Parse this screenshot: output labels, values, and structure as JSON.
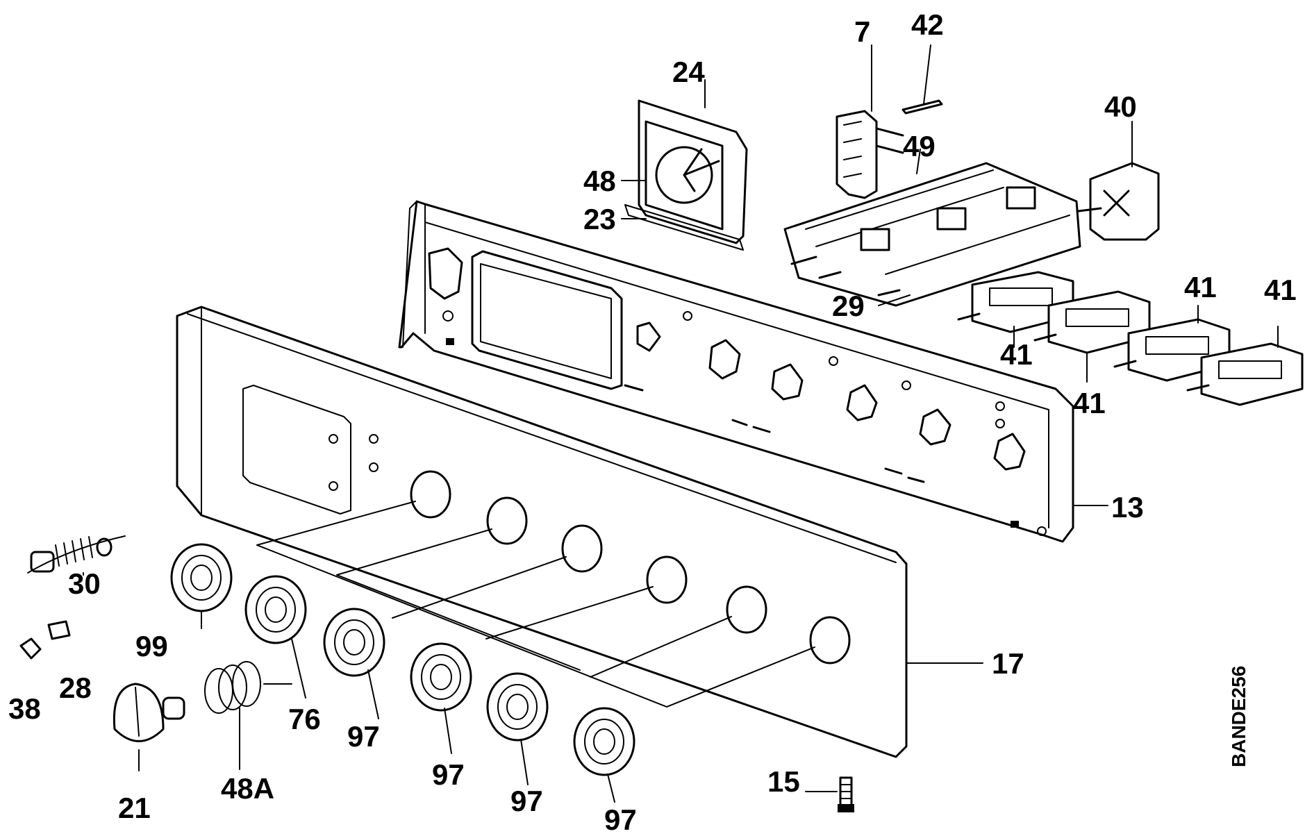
{
  "diagram": {
    "reference_code": "BANDE256",
    "labels": {
      "p7": "7",
      "p42": "42",
      "p24": "24",
      "p40": "40",
      "p49": "49",
      "p48": "48",
      "p23": "23",
      "p29": "29",
      "p41a": "41",
      "p41b": "41",
      "p41c": "41",
      "p41d": "41",
      "p13": "13",
      "p30": "30",
      "p99": "99",
      "p76": "76",
      "p97a": "97",
      "p97b": "97",
      "p97c": "97",
      "p97d": "97",
      "p17": "17",
      "p38": "38",
      "p28": "28",
      "p21": "21",
      "p48A": "48A",
      "p15": "15"
    }
  }
}
